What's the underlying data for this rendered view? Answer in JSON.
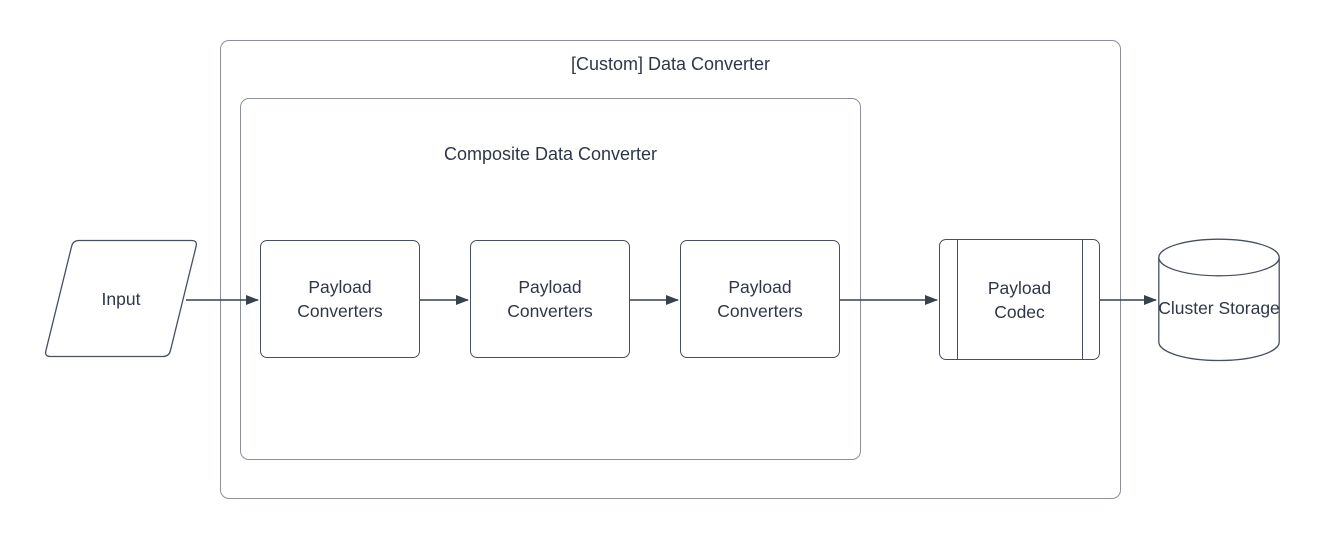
{
  "diagram": {
    "outer_container": {
      "label": "[Custom] Data Converter"
    },
    "inner_container": {
      "label": "Composite Data Converter"
    },
    "input": {
      "label": "Input"
    },
    "converters": [
      {
        "label": "Payload Converters"
      },
      {
        "label": "Payload Converters"
      },
      {
        "label": "Payload Converters"
      }
    ],
    "codec": {
      "label": "Payload Codec"
    },
    "storage": {
      "label": "Cluster Storage"
    },
    "colors": {
      "container_stroke": "#8b9099",
      "shape_stroke": "#475061",
      "arrow": "#39414f",
      "text": "#2f3747",
      "background": "#ffffff"
    }
  }
}
